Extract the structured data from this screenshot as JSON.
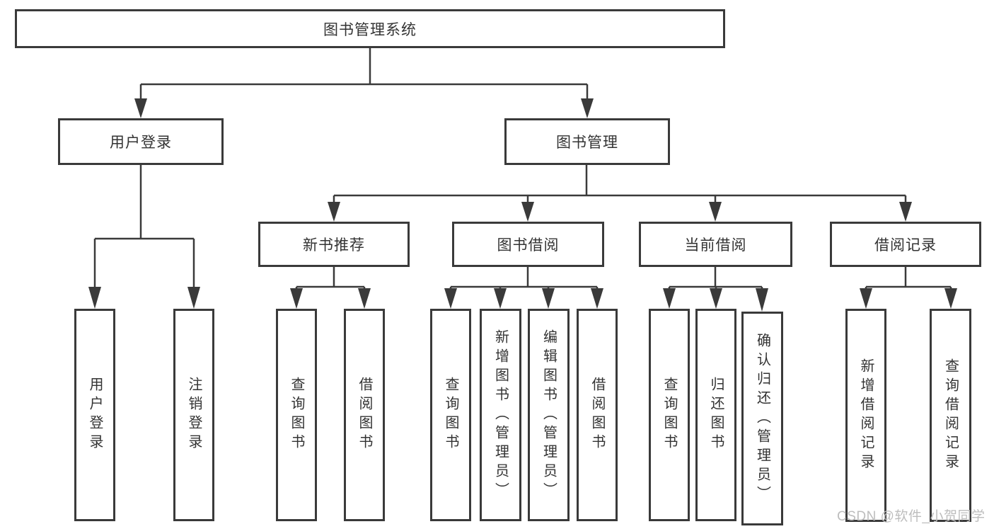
{
  "tree": {
    "root": {
      "label": "图书管理系统"
    },
    "branches": [
      {
        "label": "用户登录",
        "children": [
          {
            "label": "用户登录"
          },
          {
            "label": "注销登录"
          }
        ]
      },
      {
        "label": "图书管理",
        "children": [
          {
            "label": "新书推荐",
            "children": [
              {
                "label": "查询图书"
              },
              {
                "label": "借阅图书"
              }
            ]
          },
          {
            "label": "图书借阅",
            "children": [
              {
                "label": "查询图书"
              },
              {
                "label": "新增图书（管理员）"
              },
              {
                "label": "编辑图书（管理员）"
              },
              {
                "label": "借阅图书"
              }
            ]
          },
          {
            "label": "当前借阅",
            "children": [
              {
                "label": "查询图书"
              },
              {
                "label": "归还图书"
              },
              {
                "label": "确认归还（管理员）"
              }
            ]
          },
          {
            "label": "借阅记录",
            "children": [
              {
                "label": "新增借阅记录"
              },
              {
                "label": "查询借阅记录"
              }
            ]
          }
        ]
      }
    ]
  },
  "watermark": {
    "text": "CSDN @软件_小贺同学",
    "color": "#bdbdbd"
  },
  "colors": {
    "line": "#3a3a3a",
    "text": "#333333",
    "background": "#ffffff"
  }
}
